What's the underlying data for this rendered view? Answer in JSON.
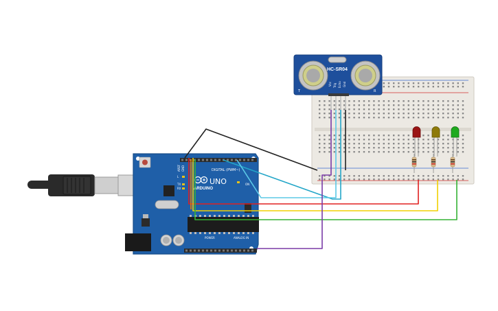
{
  "sensor": {
    "model_label": "HC-SR04",
    "pin_labels": [
      "Vcc",
      "Trig",
      "Echo",
      "Gnd"
    ],
    "corner_left": "T",
    "corner_right": "R"
  },
  "arduino": {
    "brand_label": "ARDUINO",
    "model_label": "UNO",
    "digital_label": "DIGITAL (PWM~)",
    "power_label": "POWER",
    "analog_label": "ANALOG IN",
    "on_label": "ON",
    "tx_label": "TX",
    "rx_label": "RX",
    "l_label": "L",
    "aref_label": "AREF",
    "gnd_label": "GND"
  },
  "leds": [
    {
      "color_name": "red",
      "color": "#9a1414"
    },
    {
      "color_name": "yellow",
      "color": "#8e7a0a"
    },
    {
      "color_name": "green",
      "color": "#1faa1f"
    }
  ],
  "wire_colors": {
    "black": "#222222",
    "red": "#e02020",
    "orange": "#f07d00",
    "yellow": "#f2d000",
    "green": "#34b234",
    "cyan": "#23a6c8",
    "light_blue": "#5bc8e6",
    "purple": "#7a3aa6"
  },
  "colors": {
    "board": "#1f5fa8",
    "board_edge": "#174c88",
    "breadboard": "#ece9e3",
    "sensor_board": "#1e4f9c",
    "usb_cable": "#2a2a2a",
    "usb_plug": "#cfcfcf"
  }
}
